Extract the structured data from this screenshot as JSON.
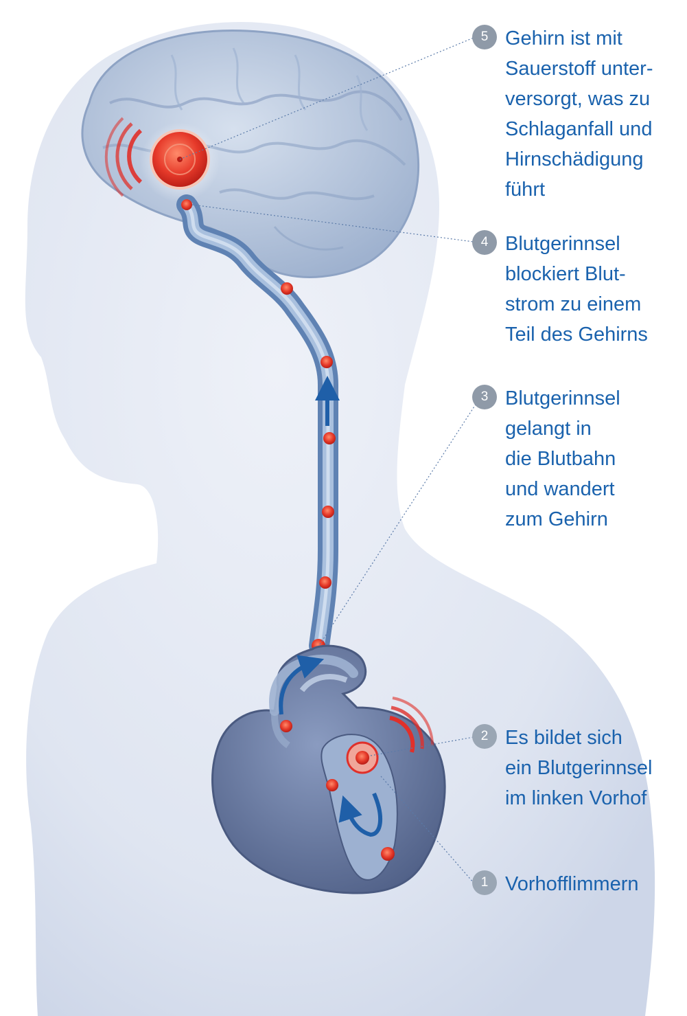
{
  "callouts": [
    {
      "number": "5",
      "lines": [
        "Gehirn ist mit",
        "Sauerstoff unter-",
        "versorgt, was zu",
        "Schlaganfall und",
        "Hirnschädigung",
        "führt"
      ]
    },
    {
      "number": "4",
      "lines": [
        "Blutgerinnsel",
        "blockiert Blut-",
        "strom zu einem",
        "Teil des Gehirns"
      ]
    },
    {
      "number": "3",
      "lines": [
        "Blutgerinnsel",
        "gelangt in",
        "die Blutbahn",
        "und wandert",
        "zum Gehirn"
      ]
    },
    {
      "number": "2",
      "lines": [
        "Es bildet sich",
        "ein Blutgerinnsel",
        "im linken Vorhof"
      ]
    },
    {
      "number": "1",
      "lines": [
        "Vorhofflimmern"
      ]
    }
  ],
  "colors": {
    "callout_text": "#1a62ad",
    "badge": "#8f9aa8",
    "body_silhouette": "#dde3f0",
    "vessel": "#7f9fc8",
    "clot": "#e0302a",
    "arrow": "#1f5fa8",
    "heart": "#6d7ea6",
    "brain": "#b8c6dd"
  }
}
